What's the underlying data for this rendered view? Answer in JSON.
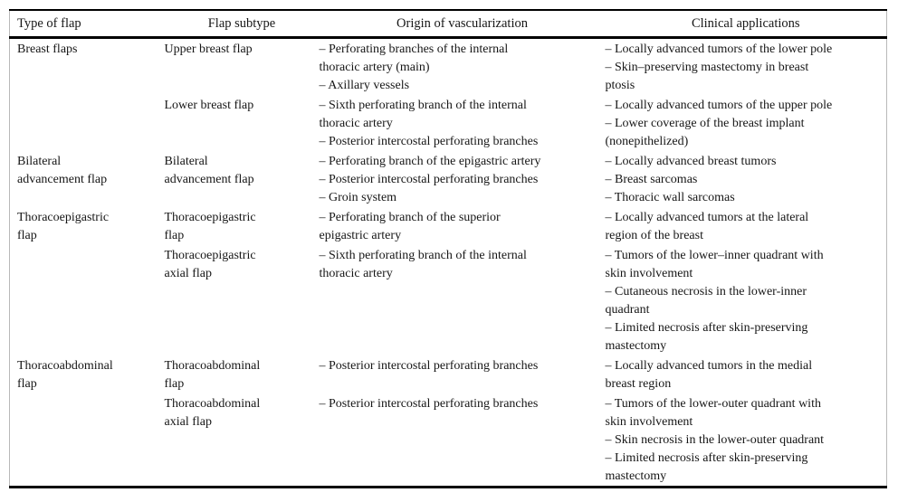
{
  "table": {
    "columns": [
      {
        "label": "Type of flap"
      },
      {
        "label": "Flap subtype"
      },
      {
        "label": "Origin of vascularization"
      },
      {
        "label": "Clinical applications"
      }
    ],
    "rows": [
      {
        "type": "Breast flaps",
        "subtype": "Upper breast flap",
        "origin": "– Perforating branches of the internal\nthoracic artery (main)\n– Axillary vessels",
        "applications": "– Locally advanced tumors of the lower pole\n– Skin–preserving mastectomy in breast\nptosis"
      },
      {
        "type": "",
        "subtype": "Lower breast flap",
        "origin": "– Sixth perforating branch of the internal\nthoracic artery\n– Posterior intercostal perforating branches",
        "applications": "– Locally advanced tumors of the upper pole\n– Lower coverage of the breast implant\n(nonepithelized)"
      },
      {
        "type": "Bilateral\nadvancement flap",
        "subtype": "Bilateral\nadvancement flap",
        "origin": "– Perforating branch of the epigastric artery\n– Posterior intercostal perforating branches\n– Groin system",
        "applications": "– Locally advanced breast tumors\n– Breast sarcomas\n– Thoracic wall sarcomas"
      },
      {
        "type": "Thoracoepigastric\nflap",
        "subtype": "Thoracoepigastric\nflap",
        "origin": "– Perforating branch of the superior\nepigastric artery",
        "applications": "– Locally advanced tumors at the lateral\nregion of the breast"
      },
      {
        "type": "",
        "subtype": "Thoracoepigastric\naxial flap",
        "origin": "– Sixth perforating branch of the internal\nthoracic artery",
        "applications": "– Tumors of the lower–inner quadrant with\nskin involvement\n– Cutaneous necrosis in the lower-inner\nquadrant\n– Limited necrosis after skin-preserving\nmastectomy"
      },
      {
        "type": "Thoracoabdominal\nflap",
        "subtype": "Thoracoabdominal\nflap",
        "origin": "– Posterior intercostal perforating branches",
        "applications": "– Locally advanced tumors in the medial\nbreast region"
      },
      {
        "type": "",
        "subtype": "Thoracoabdominal\naxial flap",
        "origin": "– Posterior intercostal perforating branches",
        "applications": "– Tumors of the lower-outer quadrant with\nskin involvement\n– Skin necrosis in the lower-outer quadrant\n– Limited necrosis after skin-preserving\nmastectomy"
      }
    ]
  },
  "colors": {
    "rule": "#000000",
    "frame_edge": "#b9b9b9",
    "text": "#161616",
    "background": "#ffffff"
  }
}
